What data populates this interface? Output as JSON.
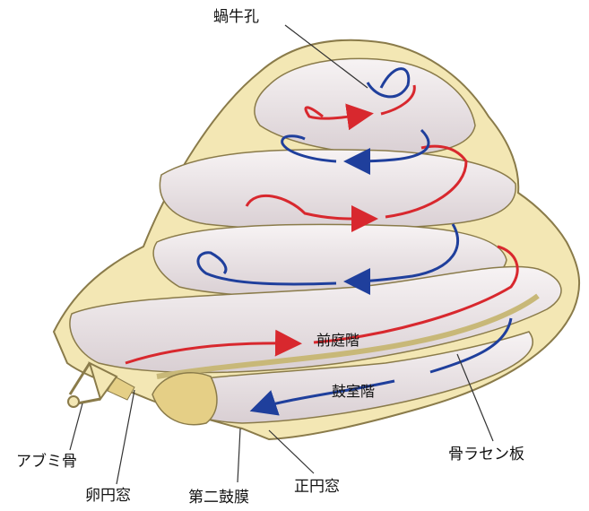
{
  "labels": {
    "helicotrema": "蝸牛孔",
    "scala_vestibuli": "前庭階",
    "scala_tympani": "鼓室階",
    "stapes": "アブミ骨",
    "oval_window": "卵円窓",
    "secondary_tympanic_membrane": "第二鼓膜",
    "round_window": "正円窓",
    "osseous_spiral_lamina": "骨ラセン板"
  },
  "colors": {
    "bone": "#f3e7b4",
    "bone_edge": "#8a7b4a",
    "duct": "#ece6e8",
    "duct_shadow": "#cfc4c8",
    "vestibuli_arrow": "#d8282e",
    "tympani_arrow": "#1f3f9c",
    "window_fill": "#e5cf86"
  }
}
